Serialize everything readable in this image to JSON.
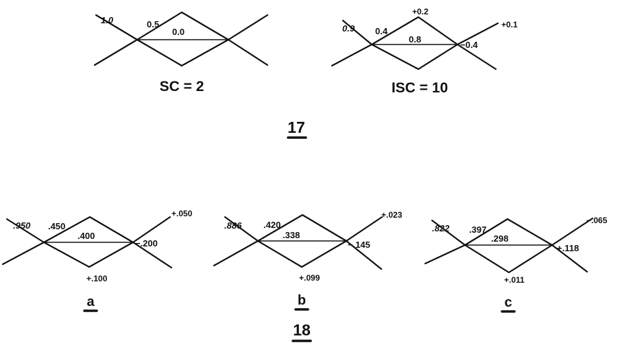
{
  "figure_17": {
    "label": "17",
    "left": {
      "caption": "SC = 2",
      "values": {
        "outer": "1.0",
        "edge": "0.5",
        "center": "0.0"
      }
    },
    "right": {
      "caption": "ISC = 10",
      "values": {
        "outer": "0.9",
        "edge": "0.4",
        "top": "+0.2",
        "center": "0.8",
        "upper_right": "+0.1",
        "right_node": "−0.4"
      }
    }
  },
  "figure_18": {
    "label": "18",
    "panels": [
      {
        "caption": "a",
        "values": {
          "outer": ".950",
          "edge": ".450",
          "center": ".400",
          "upper_right": "+.050",
          "right_node": "−.200",
          "bottom": "+.100"
        }
      },
      {
        "caption": "b",
        "values": {
          "outer": ".886",
          "edge": ".420",
          "center": ".338",
          "upper_right": "+.023",
          "right_node": "−.145",
          "bottom": "+.099"
        }
      },
      {
        "caption": "c",
        "values": {
          "outer": ".822",
          "edge": ".397",
          "center": ".298",
          "upper_right": "−.065",
          "right_node": "+.118",
          "bottom": "+.011"
        }
      }
    ]
  },
  "colors": {
    "ink": "#111111",
    "background": "#ffffff"
  }
}
